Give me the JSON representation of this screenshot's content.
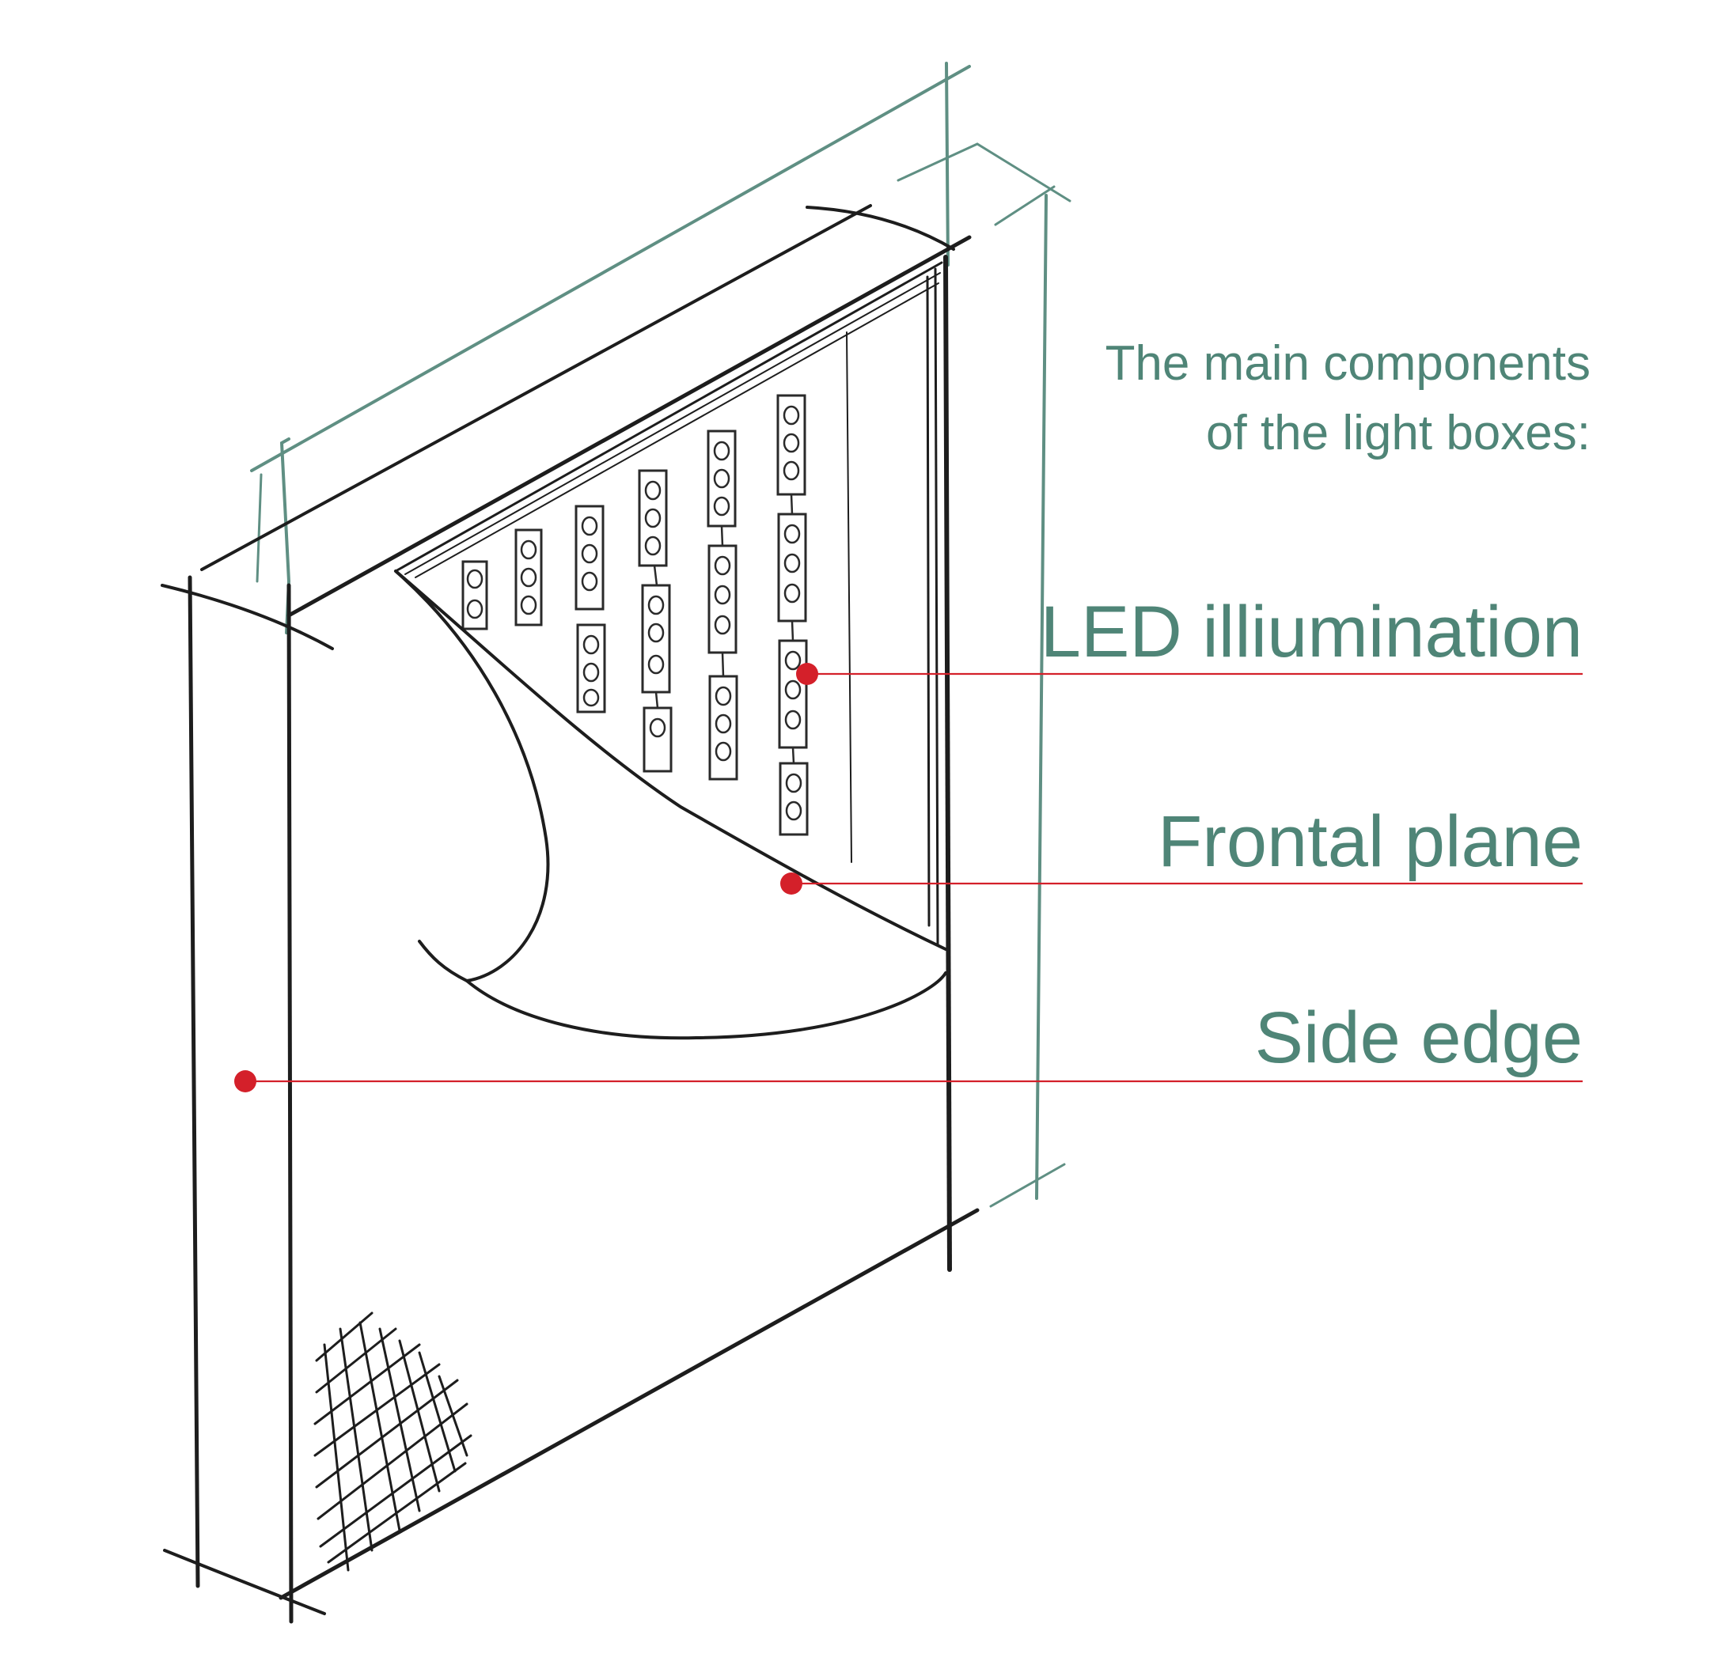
{
  "heading": {
    "line1": "The main components",
    "line2": "of the light boxes:"
  },
  "components": [
    {
      "id": "led",
      "label": "LED illiumination"
    },
    {
      "id": "frontal",
      "label": "Frontal plane"
    },
    {
      "id": "side",
      "label": "Side edge"
    }
  ],
  "colors": {
    "accent": "#4f8577",
    "leader": "#d4202a",
    "sketch": "#1d1d1d"
  }
}
